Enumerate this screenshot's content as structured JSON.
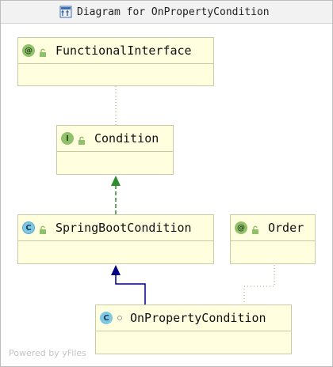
{
  "window": {
    "title": "Diagram for OnPropertyCondition"
  },
  "nodes": {
    "functional_interface": {
      "name": "FunctionalInterface",
      "badge": "@",
      "badge_color": "#8fc06a"
    },
    "condition": {
      "name": "Condition",
      "badge": "I",
      "badge_color": "#8fc06a"
    },
    "spring_boot_condition": {
      "name": "SpringBootCondition",
      "badge": "C",
      "badge_color": "#7ec8e3"
    },
    "order": {
      "name": "Order",
      "badge": "@",
      "badge_color": "#8fc06a"
    },
    "on_property_condition": {
      "name": "OnPropertyCondition",
      "badge": "C",
      "badge_color": "#7ec8e3"
    }
  },
  "colors": {
    "node_fill": "#ffffe0",
    "implements_arrow": "#2e8b2e",
    "extends_arrow": "#000080",
    "annotation_link": "#b8a070"
  },
  "footer": {
    "text": "Powered by yFiles"
  }
}
